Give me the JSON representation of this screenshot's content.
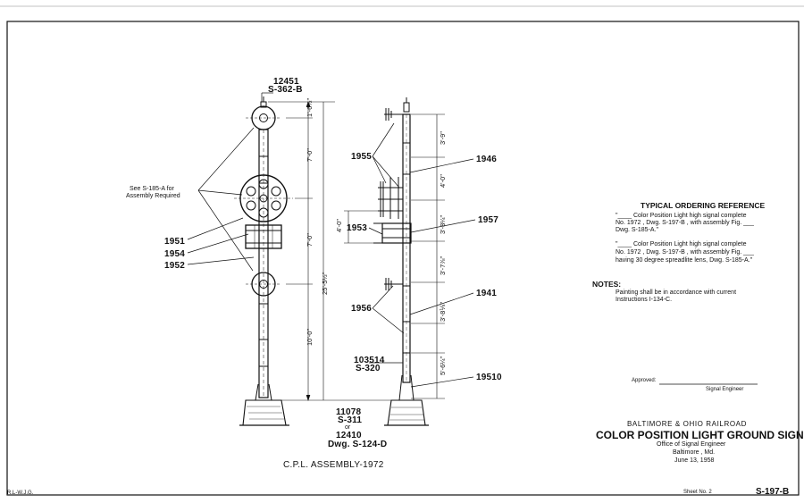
{
  "drawing": {
    "assembly_label": "C.P.L. ASSEMBLY-1972",
    "callouts_left": {
      "top_ref": "12451",
      "top_ref_dwg": "S-362-B",
      "see_note_line1": "See S-185-A for",
      "see_note_line2": "Assembly Required",
      "p1951": "1951",
      "p1954": "1954",
      "p1952": "1952"
    },
    "callouts_right": {
      "p1955": "1955",
      "p1946": "1946",
      "p1953": "1953",
      "p1957": "1957",
      "p1941": "1941",
      "p1956": "1956",
      "p103514": "103514",
      "p103514_dwg": "S-320",
      "p19510": "19510"
    },
    "base_refs": {
      "line1": "11078",
      "line2": "S-311",
      "line3": "or",
      "line4": "12410",
      "line5": "Dwg. S-124-D"
    },
    "dimensions": {
      "d_top": "1'-6½\"",
      "d_7a": "7'-0\"",
      "d_7b": "7'-0\"",
      "d_10": "10'-0\"",
      "d_total": "25'-5½\"",
      "d_39": "3'-9\"",
      "d_40": "4'-0\"",
      "d_384": "3'-8¼\"",
      "d_378": "3'-7⅞\"",
      "d_381": "3'-8⅕\"",
      "d_56": "5'-6¼\"",
      "d_4a": "4'-0\""
    }
  },
  "ordering": {
    "heading": "TYPICAL ORDERING REFERENCE",
    "ref1_line1": "\"____ Color Position Light high signal complete",
    "ref1_line2": "No. 1972 , Dwg. S-197-B , with assembly Fig. ___",
    "ref1_line3": "Dwg. S-185-A.\"",
    "ref2_line1": "\"____ Color Position Light high signal complete",
    "ref2_line2": "No. 1972 , Dwg. S-197-B , with assembly Fig. ___",
    "ref2_line3": "having 30 degree spreadlite lens, Dwg. S-185-A.\""
  },
  "notes": {
    "heading": "NOTES:",
    "line1": "Painting shall be in accordance with current",
    "line2": "Instructions I-134-C."
  },
  "approval": {
    "approved_label": "Approved:",
    "signer": "Signal Engineer"
  },
  "title_block": {
    "railroad": "BALTIMORE & OHIO RAILROAD",
    "title": "COLOR POSITION LIGHT GROUND SIGNALS",
    "office": "Office of Signal Engineer",
    "city": "Baltimore , Md.",
    "date": "June 13, 1958",
    "sheet": "Sheet No. 2",
    "drawing_number": "S-197-B",
    "drafter": "R.L-W.J.G."
  }
}
